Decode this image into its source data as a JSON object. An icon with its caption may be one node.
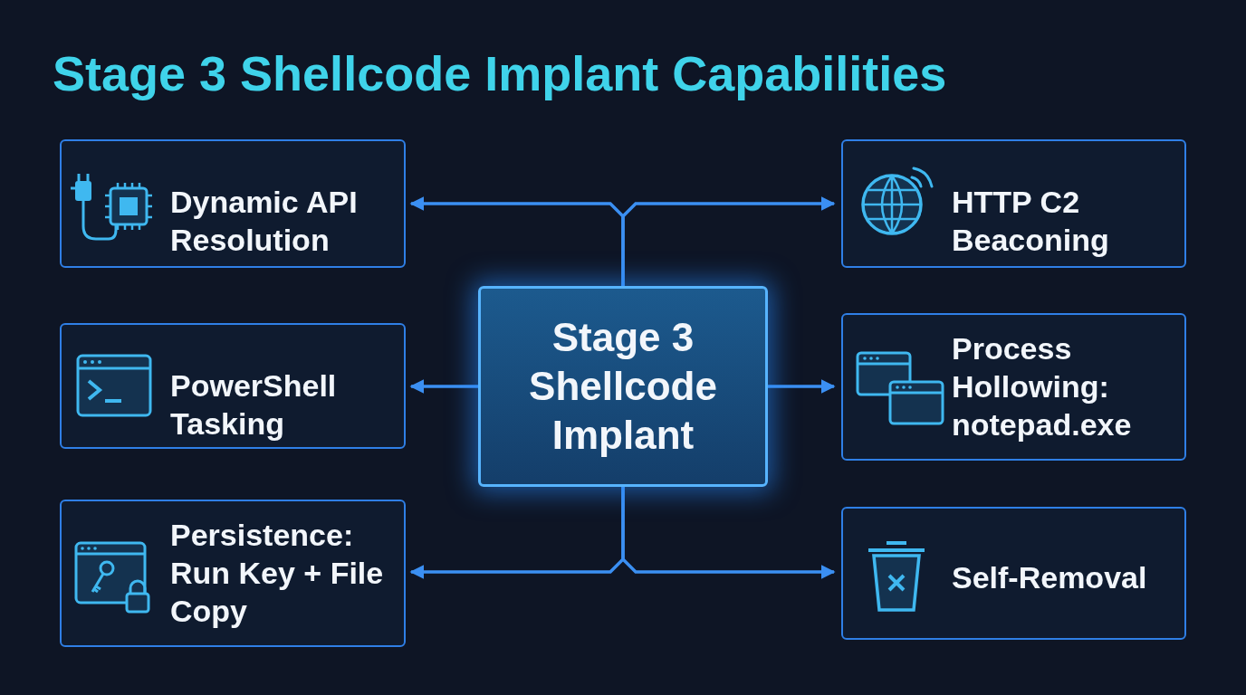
{
  "diagram": {
    "title": "Stage 3 Shellcode Implant Capabilities",
    "nodes": [
      {
        "text": [
          "Dynamic API Resolution"
        ]
      },
      {
        "text": [
          "HTTP C2 Beaconing"
        ]
      },
      {
        "text": [
          "PowerShell Tasking"
        ]
      },
      {
        "text": [
          "Stage 3 Shellcode Implant"
        ]
      },
      {
        "text": [
          "Process Hollowing: notepad.exe"
        ]
      },
      {
        "text": [
          "Persistence: Run Key + File Copy"
        ]
      },
      {
        "text": [
          "Self-Removal"
        ]
      }
    ],
    "edges": [
      {
        "from": 3,
        "to": 0,
        "arrow": "to"
      },
      {
        "from": 3,
        "to": 1,
        "arrow": "to"
      },
      {
        "from": 3,
        "to": 2,
        "arrow": "to"
      },
      {
        "from": 3,
        "to": 4,
        "arrow": "to"
      },
      {
        "from": 3,
        "to": 5,
        "arrow": "to"
      },
      {
        "from": 3,
        "to": 6,
        "arrow": "to"
      }
    ]
  }
}
